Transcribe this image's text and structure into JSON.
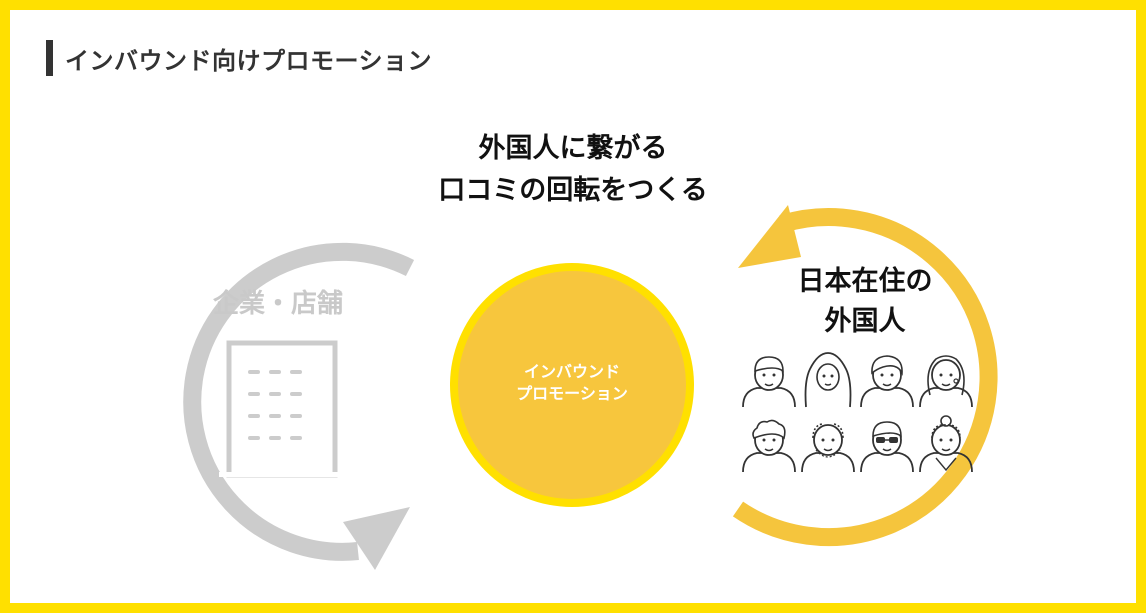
{
  "section_title": "インバウンド向けプロモーション",
  "headline": {
    "line1": "外国人に繋がる",
    "line2": "口コミの回転をつくる"
  },
  "left_cycle": {
    "label": "企業・店舗",
    "icon": "building-icon",
    "color": "#CCCCCC"
  },
  "center_circle": {
    "line1": "インバウンド",
    "line2": "プロモーション",
    "fill_color": "#F7C63D",
    "ring_color": "#FFE000"
  },
  "right_cycle": {
    "line1": "日本在住の",
    "line2": "外国人",
    "color": "#F5C53D",
    "people_icons": [
      "man-icon",
      "woman-hijab-icon",
      "man-icon",
      "woman-long-hair-icon",
      "curly-hair-man-icon",
      "elderly-man-icon",
      "sunglasses-man-icon",
      "elderly-woman-icon"
    ]
  },
  "colors": {
    "frame": "#FFE000",
    "title_bar": "#333333"
  }
}
